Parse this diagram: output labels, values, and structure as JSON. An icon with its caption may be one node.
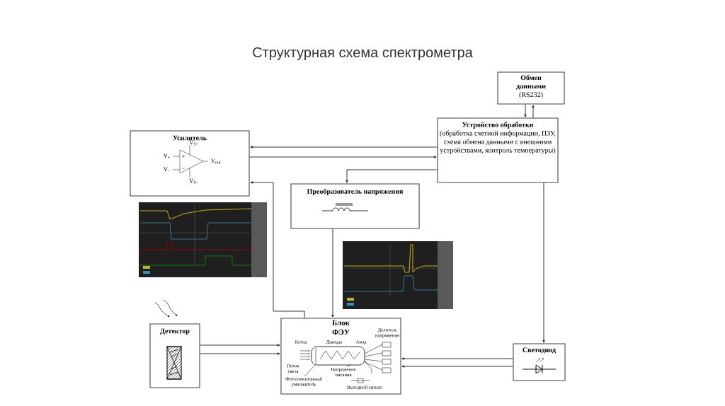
{
  "diagram": {
    "title": "Структурная схема спектрометра",
    "nodes": [
      {
        "text": [
          "Обмен данными",
          "(RS232)"
        ]
      },
      {
        "text": [
          "Устройство обработки",
          "(обработка счетной информации, ПЗУ, схема обмена данными с внешними устройствами, контроль температуры)"
        ]
      },
      {
        "text": [
          "Усилитель"
        ]
      },
      {
        "text": [
          "Преобразователь напряжения"
        ]
      },
      {
        "text": [
          "Блок ФЭУ"
        ]
      },
      {
        "text": [
          "Детектор"
        ]
      },
      {
        "text": [
          "Светодиод"
        ]
      }
    ],
    "edges": [
      {
        "from": 0,
        "to": 1,
        "arrow": "to"
      },
      {
        "from": 1,
        "to": 0,
        "arrow": "to"
      },
      {
        "from": 1,
        "to": 2,
        "arrow": "to"
      },
      {
        "from": 2,
        "to": 1,
        "arrow": "to"
      },
      {
        "from": 1,
        "to": 3,
        "arrow": "to"
      },
      {
        "from": 4,
        "to": 2,
        "arrow": "to"
      },
      {
        "from": 3,
        "to": 4,
        "arrow": "to"
      },
      {
        "from": 1,
        "to": 6,
        "arrow": "to"
      },
      {
        "from": 5,
        "to": 4,
        "arrow": "to"
      },
      {
        "from": 5,
        "to": 4,
        "arrow": "to"
      },
      {
        "from": 6,
        "to": 4,
        "arrow": "to"
      },
      {
        "from": 6,
        "to": 4,
        "arrow": "to"
      }
    ],
    "labels": [
      "V$_{+}$",
      "V$_{−}$",
      "V$_{S+}$",
      "V$_{S−}$",
      "V$_{out}$",
      "Катод",
      "Диноды",
      "Анод",
      "Делитель напряжения",
      "Поток света",
      "Фотоэлектронный умножитель",
      "Напряжение питания",
      "Выходной сигнал"
    ]
  }
}
